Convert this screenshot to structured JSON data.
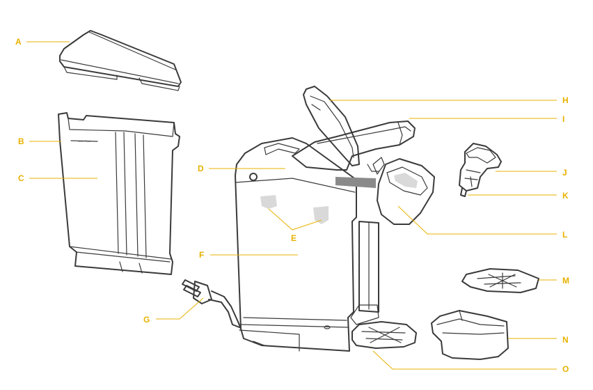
{
  "diagram": {
    "accent_color": "#e8b200",
    "line_color": "#3a3a3a",
    "reservoir_marking": "MAX FILL",
    "callouts": [
      {
        "letter": "A",
        "part": "reservoir-lid"
      },
      {
        "letter": "B",
        "part": "max-fill-line"
      },
      {
        "letter": "C",
        "part": "water-reservoir"
      },
      {
        "letter": "D",
        "part": "brewer-top"
      },
      {
        "letter": "E",
        "part": "control-buttons"
      },
      {
        "letter": "F",
        "part": "brewer-body"
      },
      {
        "letter": "G",
        "part": "power-cord"
      },
      {
        "letter": "H",
        "part": "brewer-handle"
      },
      {
        "letter": "I",
        "part": "brewer-head-lid"
      },
      {
        "letter": "J",
        "part": "k-cup-holder"
      },
      {
        "letter": "K",
        "part": "funnel-exit-needle"
      },
      {
        "letter": "L",
        "part": "k-cup-holder-assembly"
      },
      {
        "letter": "M",
        "part": "drip-tray-plate"
      },
      {
        "letter": "N",
        "part": "drip-tray"
      },
      {
        "letter": "O",
        "part": "drip-tray-base"
      }
    ]
  }
}
